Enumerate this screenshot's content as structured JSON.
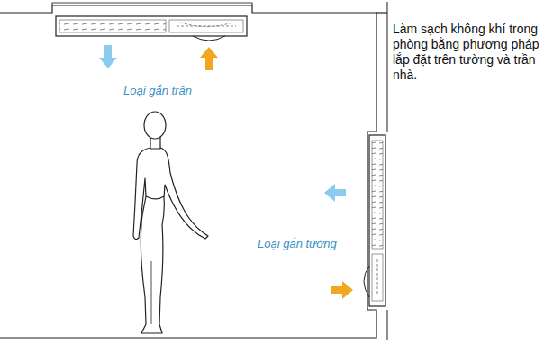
{
  "diagram": {
    "labels": [
      "Loại gắn trần",
      "Loại gắn tường",
      "Làm sạch không khí trong phòng bằng phương pháp lắp đặt trên tường và trần nhà."
    ]
  }
}
